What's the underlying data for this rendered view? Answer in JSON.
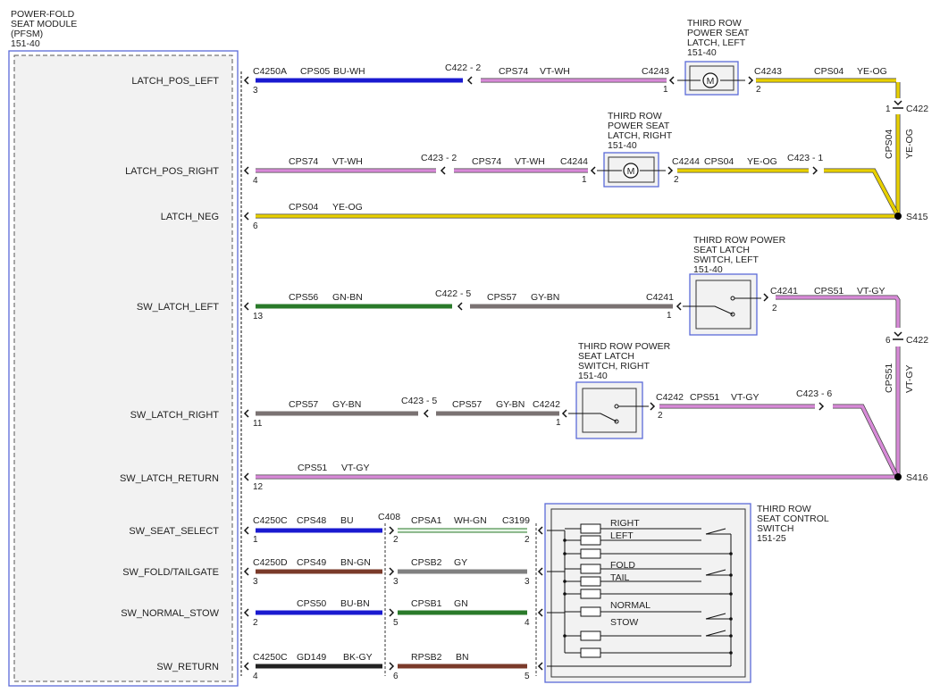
{
  "module": {
    "line1": "POWER-FOLD",
    "line2": "SEAT MODULE",
    "line3": "(PFSM)",
    "line4": "151-40"
  },
  "signals": [
    "LATCH_POS_LEFT",
    "LATCH_POS_RIGHT",
    "LATCH_NEG",
    "SW_LATCH_LEFT",
    "SW_LATCH_RIGHT",
    "SW_LATCH_RETURN",
    "SW_SEAT_SELECT",
    "SW_FOLD/TAILGATE",
    "SW_NORMAL_STOW",
    "SW_RETURN"
  ],
  "pins": [
    "3",
    "4",
    "6",
    "13",
    "11",
    "12",
    "1",
    "3",
    "2",
    "4"
  ],
  "latch_left": {
    "l1": "THIRD ROW",
    "l2": "POWER SEAT",
    "l3": "LATCH, LEFT",
    "l4": "151-40",
    "motor": "M"
  },
  "latch_right": {
    "l1": "THIRD ROW",
    "l2": "POWER SEAT",
    "l3": "LATCH, RIGHT",
    "l4": "151-40",
    "motor": "M"
  },
  "sw_left": {
    "l1": "THIRD ROW POWER",
    "l2": "SEAT LATCH",
    "l3": "SWITCH, LEFT",
    "l4": "151-40"
  },
  "sw_right": {
    "l1": "THIRD ROW POWER",
    "l2": "SEAT LATCH",
    "l3": "SWITCH, RIGHT",
    "l4": "151-40"
  },
  "ctrl_sw": {
    "l1": "THIRD ROW",
    "l2": "SEAT CONTROL",
    "l3": "SWITCH",
    "l4": "151-25",
    "right": "RIGHT",
    "left": "LEFT",
    "fold": "FOLD",
    "tail": "TAIL",
    "normal": "NORMAL",
    "stow": "STOW"
  },
  "w": {
    "r1a": {
      "conn": "C4250A",
      "circ": "CPS05",
      "col": "BU-WH"
    },
    "r1b": {
      "conn": "C422 - 2",
      "circ": "CPS74",
      "col": "VT-WH",
      "conn2": "C4243",
      "pin2": "1"
    },
    "r1c": {
      "conn": "C4243",
      "circ": "CPS04",
      "col": "YE-OG",
      "pin": "2"
    },
    "r1d": {
      "conn": "C422",
      "pin": "1",
      "circ": "CPS04",
      "col": "YE-OG"
    },
    "r2a": {
      "circ": "CPS74",
      "col": "VT-WH",
      "conn": "C423 - 2"
    },
    "r2b": {
      "circ": "CPS74",
      "col": "VT-WH",
      "conn": "C4244",
      "pin": "1"
    },
    "r2c": {
      "conn": "C4244",
      "circ": "CPS04",
      "col": "YE-OG",
      "pin": "2",
      "conn2": "C423 - 1"
    },
    "r3": {
      "circ": "CPS04",
      "col": "YE-OG",
      "splice": "S415"
    },
    "r4a": {
      "circ": "CPS56",
      "col": "GN-BN",
      "conn": "C422 - 5"
    },
    "r4b": {
      "circ": "CPS57",
      "col": "GY-BN",
      "conn": "C4241",
      "pin": "1"
    },
    "r4c": {
      "conn": "C4241",
      "circ": "CPS51",
      "col": "VT-GY",
      "pin": "2"
    },
    "r4d": {
      "pin": "6",
      "conn": "C422",
      "circ": "CPS51",
      "col": "VT-GY"
    },
    "r5a": {
      "circ": "CPS57",
      "col": "GY-BN",
      "conn": "C423 - 5"
    },
    "r5b": {
      "circ": "CPS57",
      "col": "GY-BN",
      "conn": "C4242",
      "pin": "1"
    },
    "r5c": {
      "conn": "C4242",
      "circ": "CPS51",
      "col": "VT-GY",
      "pin": "2",
      "conn2": "C423 - 6"
    },
    "r6": {
      "circ": "CPS51",
      "col": "VT-GY",
      "splice": "S416"
    },
    "r7a": {
      "conn": "C4250C",
      "circ": "CPS48",
      "col": "BU",
      "conn2": "C408"
    },
    "r7b": {
      "circ": "CPSA1",
      "col": "WH-GN",
      "conn": "C3199",
      "pin": "2",
      "pinl": "2"
    },
    "r8a": {
      "conn": "C4250D",
      "circ": "CPS49",
      "col": "BN-GN"
    },
    "r8b": {
      "circ": "CPSB2",
      "col": "GY",
      "pin": "3",
      "pinl": "3"
    },
    "r9a": {
      "circ": "CPS50",
      "col": "BU-BN"
    },
    "r9b": {
      "circ": "CPSB1",
      "col": "GN",
      "pin": "4",
      "pinl": "5"
    },
    "r10a": {
      "conn": "C4250C",
      "circ": "GD149",
      "col": "BK-GY"
    },
    "r10b": {
      "circ": "RPSB2",
      "col": "BN",
      "pin": "5",
      "pinl": "6"
    }
  },
  "colors": {
    "blue": "#1a1ad0",
    "violet": "#d88ad8",
    "yellow": "#e8d000",
    "green": "#2a7a2a",
    "gray": "#7a7272",
    "brown": "#7a3a2a",
    "black": "#222222",
    "gy": "#808080",
    "wg": "#bfe0bf"
  }
}
